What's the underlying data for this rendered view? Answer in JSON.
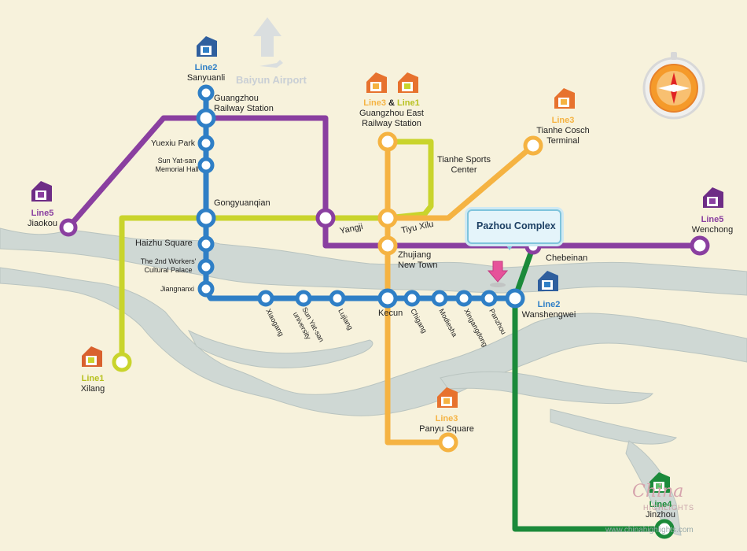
{
  "map": {
    "airport_label": "Baiyun Airport",
    "callout": "Pazhou Complex",
    "watermark": "www.chinahighlights.com",
    "brand_text": "China",
    "brand_sub": "HIGHLIGHTS",
    "colors": {
      "line1": "#c9d42c",
      "line2": "#2f7fc6",
      "line3": "#f5b342",
      "line4": "#1b8a3a",
      "line5": "#8a3fa0",
      "river": "#c9d3cf",
      "background": "#f7f2dc"
    }
  },
  "terminals": {
    "sanyuanli": {
      "line": "Line2",
      "station": "Sanyuanli"
    },
    "jiaokou": {
      "line": "Line5",
      "station": "Jiaokou"
    },
    "xilang": {
      "line": "Line1",
      "station": "Xilang"
    },
    "wenchong": {
      "line": "Line5",
      "station": "Wenchong"
    },
    "tianhe_cosch": {
      "line": "Line3",
      "station": "Tianhe Cosch Terminal"
    },
    "panyu": {
      "line": "Line3",
      "station": "Panyu Square"
    },
    "wanshengwei": {
      "line": "Line2",
      "station": "Wanshengwei"
    },
    "jinzhou": {
      "line": "Line4",
      "station": "Jinzhou"
    },
    "gz_east": {
      "line3": "Line3",
      "amp": "&",
      "line1": "Line1",
      "station1": "Guangzhou East",
      "station2": "Railway Station"
    }
  },
  "stations": {
    "gz_rail_1": "Guangzhou",
    "gz_rail_2": "Railway Station",
    "yuexiu": "Yuexiu Park",
    "sun_memorial_1": "Sun Yat-san",
    "sun_memorial_2": "Memorial Hall",
    "gongyuanqian": "Gongyuanqian",
    "haizhu": "Haizhu Square",
    "workers_1": "The 2nd Workers'",
    "workers_2": "Cultural Palace",
    "jiangnanxi": "Jiangnanxi",
    "yangji": "Yangji",
    "tiyu_xilu": "Tiyu Xilu",
    "tianhe_sports_1": "Tianhe Sports",
    "tianhe_sports_2": "Center",
    "zhujiang_1": "Zhujiang",
    "zhujiang_2": "New Town",
    "chebeinan": "Chebeinan",
    "kecun": "Kecun",
    "xiaogang": "Xiaogang",
    "sun_univ_1": "Sun Yat-san",
    "sun_univ_2": "university",
    "lujiang": "Lujiang",
    "chigang": "Chigang",
    "modiesha": "Modiesha",
    "xingangdong": "Xingangdong",
    "panzhou": "Panzhou"
  }
}
